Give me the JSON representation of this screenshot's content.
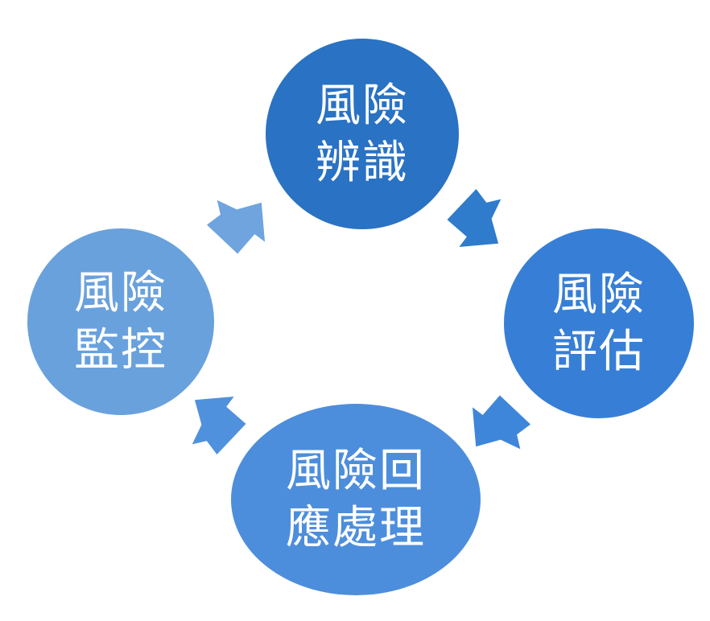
{
  "diagram": {
    "type": "cycle",
    "background_color": "#FFFFFF",
    "text_color": "#FFFFFF",
    "nodes": [
      {
        "id": "risk-identification",
        "position": "top",
        "label": "風險辨識",
        "label_lines": [
          "風險",
          "辨識"
        ],
        "shape": "circle",
        "color": "#2A72C3"
      },
      {
        "id": "risk-assessment",
        "position": "right",
        "label": "風險評估",
        "label_lines": [
          "風險",
          "評估"
        ],
        "shape": "circle",
        "color": "#377FD6"
      },
      {
        "id": "risk-response",
        "position": "bottom",
        "label": "風險回應處理",
        "label_lines": [
          "風險回",
          "應處理"
        ],
        "shape": "ellipse",
        "color": "#4D8EDC"
      },
      {
        "id": "risk-monitoring",
        "position": "left",
        "label": "風險監控",
        "label_lines": [
          "風險",
          "監控"
        ],
        "shape": "circle",
        "color": "#69A1DD"
      }
    ],
    "arrows": [
      {
        "from": "risk-monitoring",
        "to": "risk-identification",
        "direction": "up-right",
        "color": "#6FA4DF"
      },
      {
        "from": "risk-identification",
        "to": "risk-assessment",
        "direction": "down-right",
        "color": "#2F7BCC"
      },
      {
        "from": "risk-assessment",
        "to": "risk-response",
        "direction": "down-left",
        "color": "#3E86D9"
      },
      {
        "from": "risk-response",
        "to": "risk-monitoring",
        "direction": "up-left",
        "color": "#4F91DC"
      }
    ]
  }
}
